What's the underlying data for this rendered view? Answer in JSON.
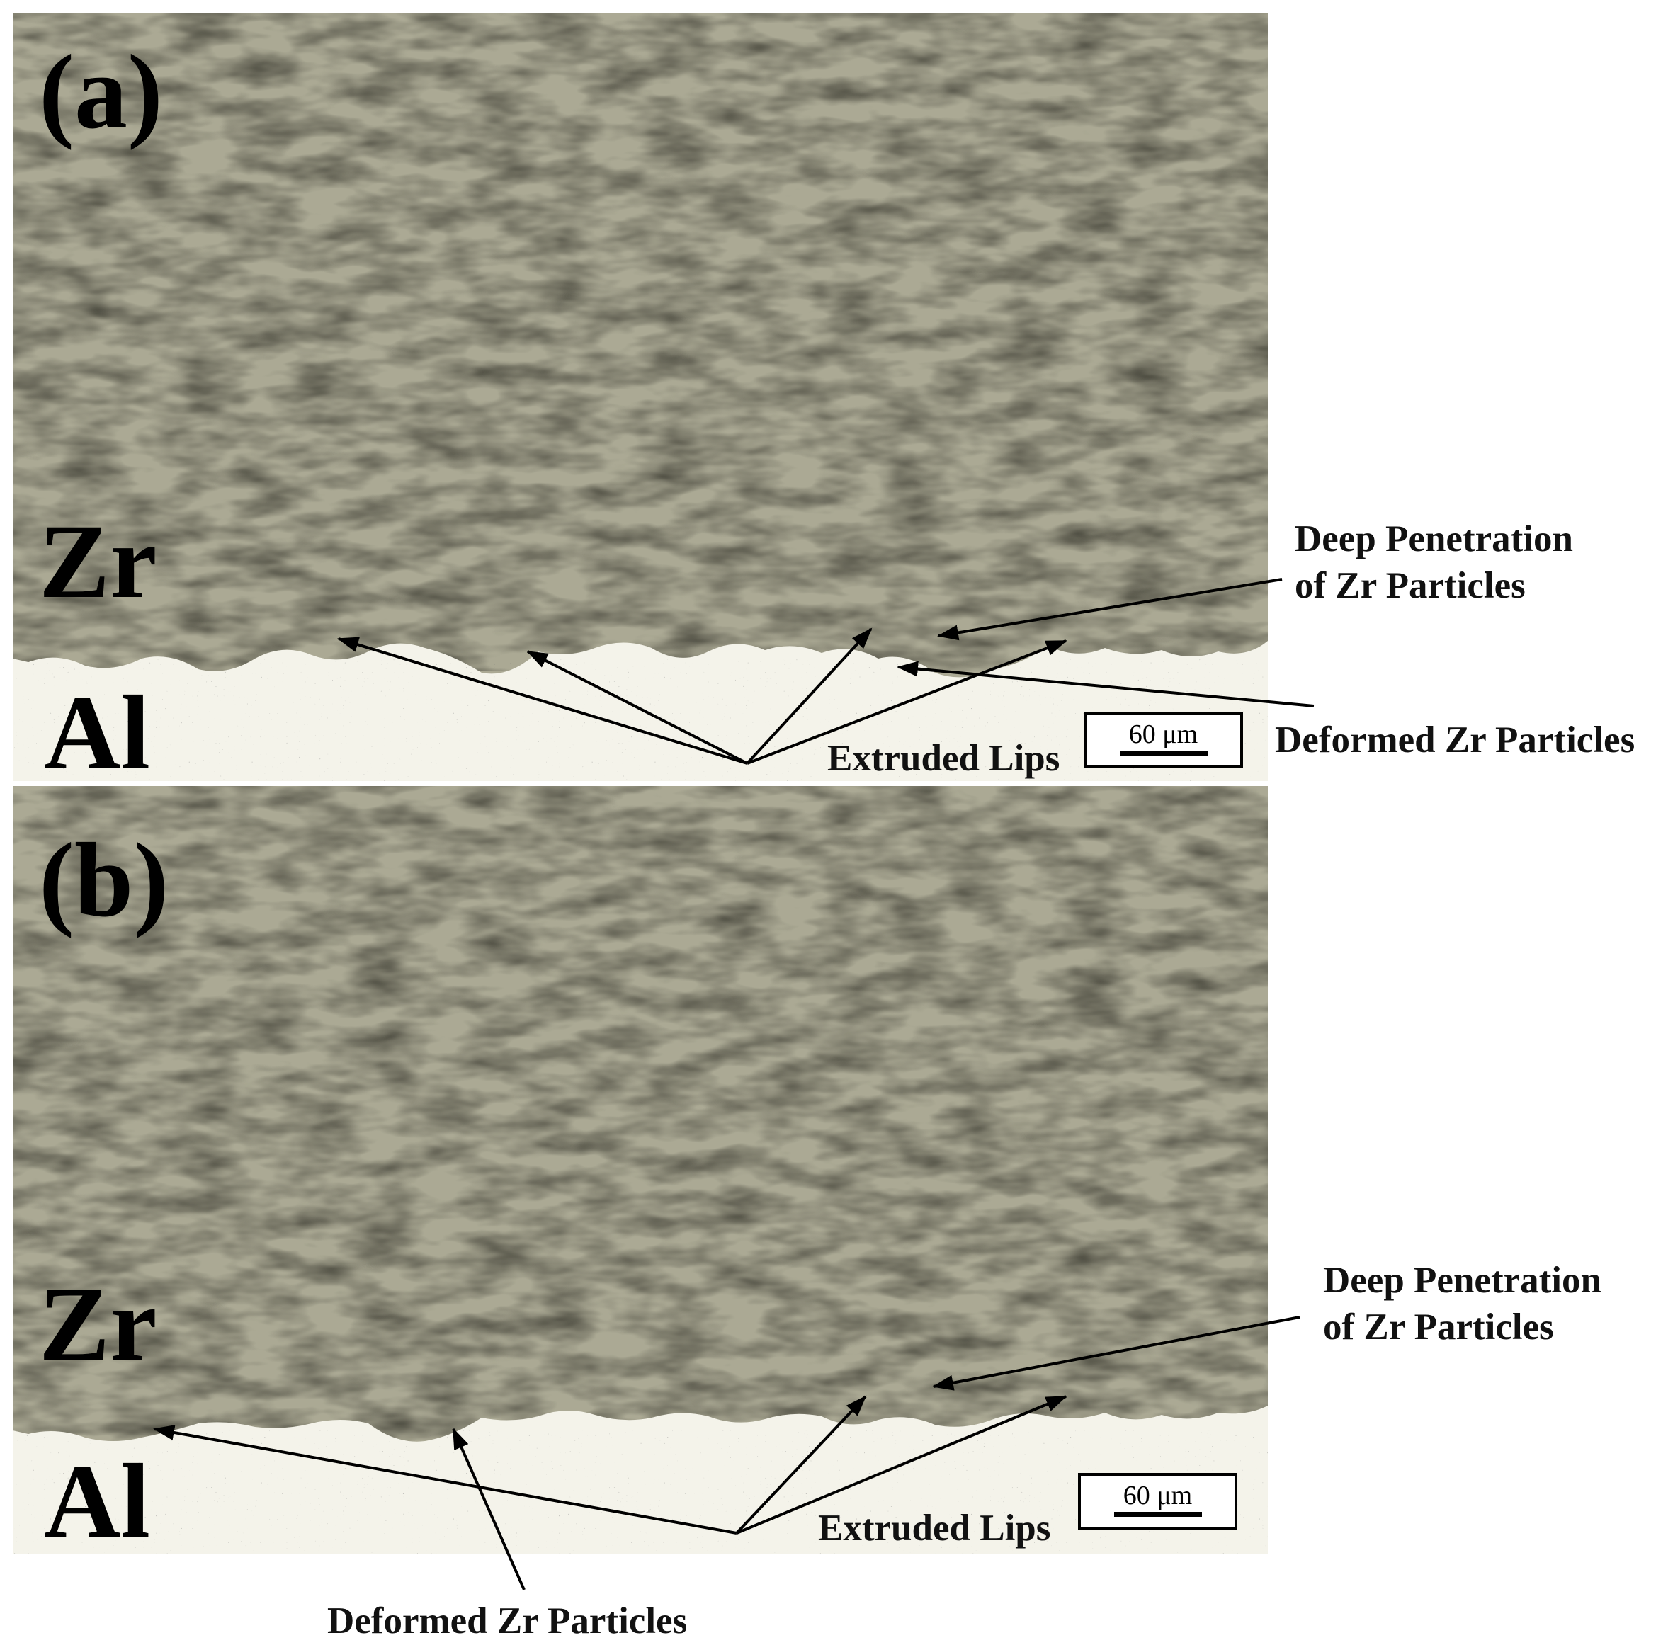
{
  "panels": [
    {
      "letter": "(a)",
      "upper_phase": "Zr",
      "lower_phase": "Al",
      "scale_bar": "60 μm",
      "labels": {
        "deep_penetration": [
          "Deep Penetration",
          "of Zr Particles"
        ],
        "deformed": "Deformed Zr Particles",
        "extruded": "Extruded Lips"
      }
    },
    {
      "letter": "(b)",
      "upper_phase": "Zr",
      "lower_phase": "Al",
      "scale_bar": "60 μm",
      "labels": {
        "deep_penetration": [
          "Deep Penetration",
          "of Zr Particles"
        ],
        "deformed": "Deformed Zr Particles",
        "extruded": "Extruded Lips"
      }
    }
  ],
  "colors": {
    "zr_coating": "#aba994",
    "al_substrate": "#f4f3ea",
    "grain_boundary": "#2a2a2a",
    "arrow": "#000000"
  }
}
